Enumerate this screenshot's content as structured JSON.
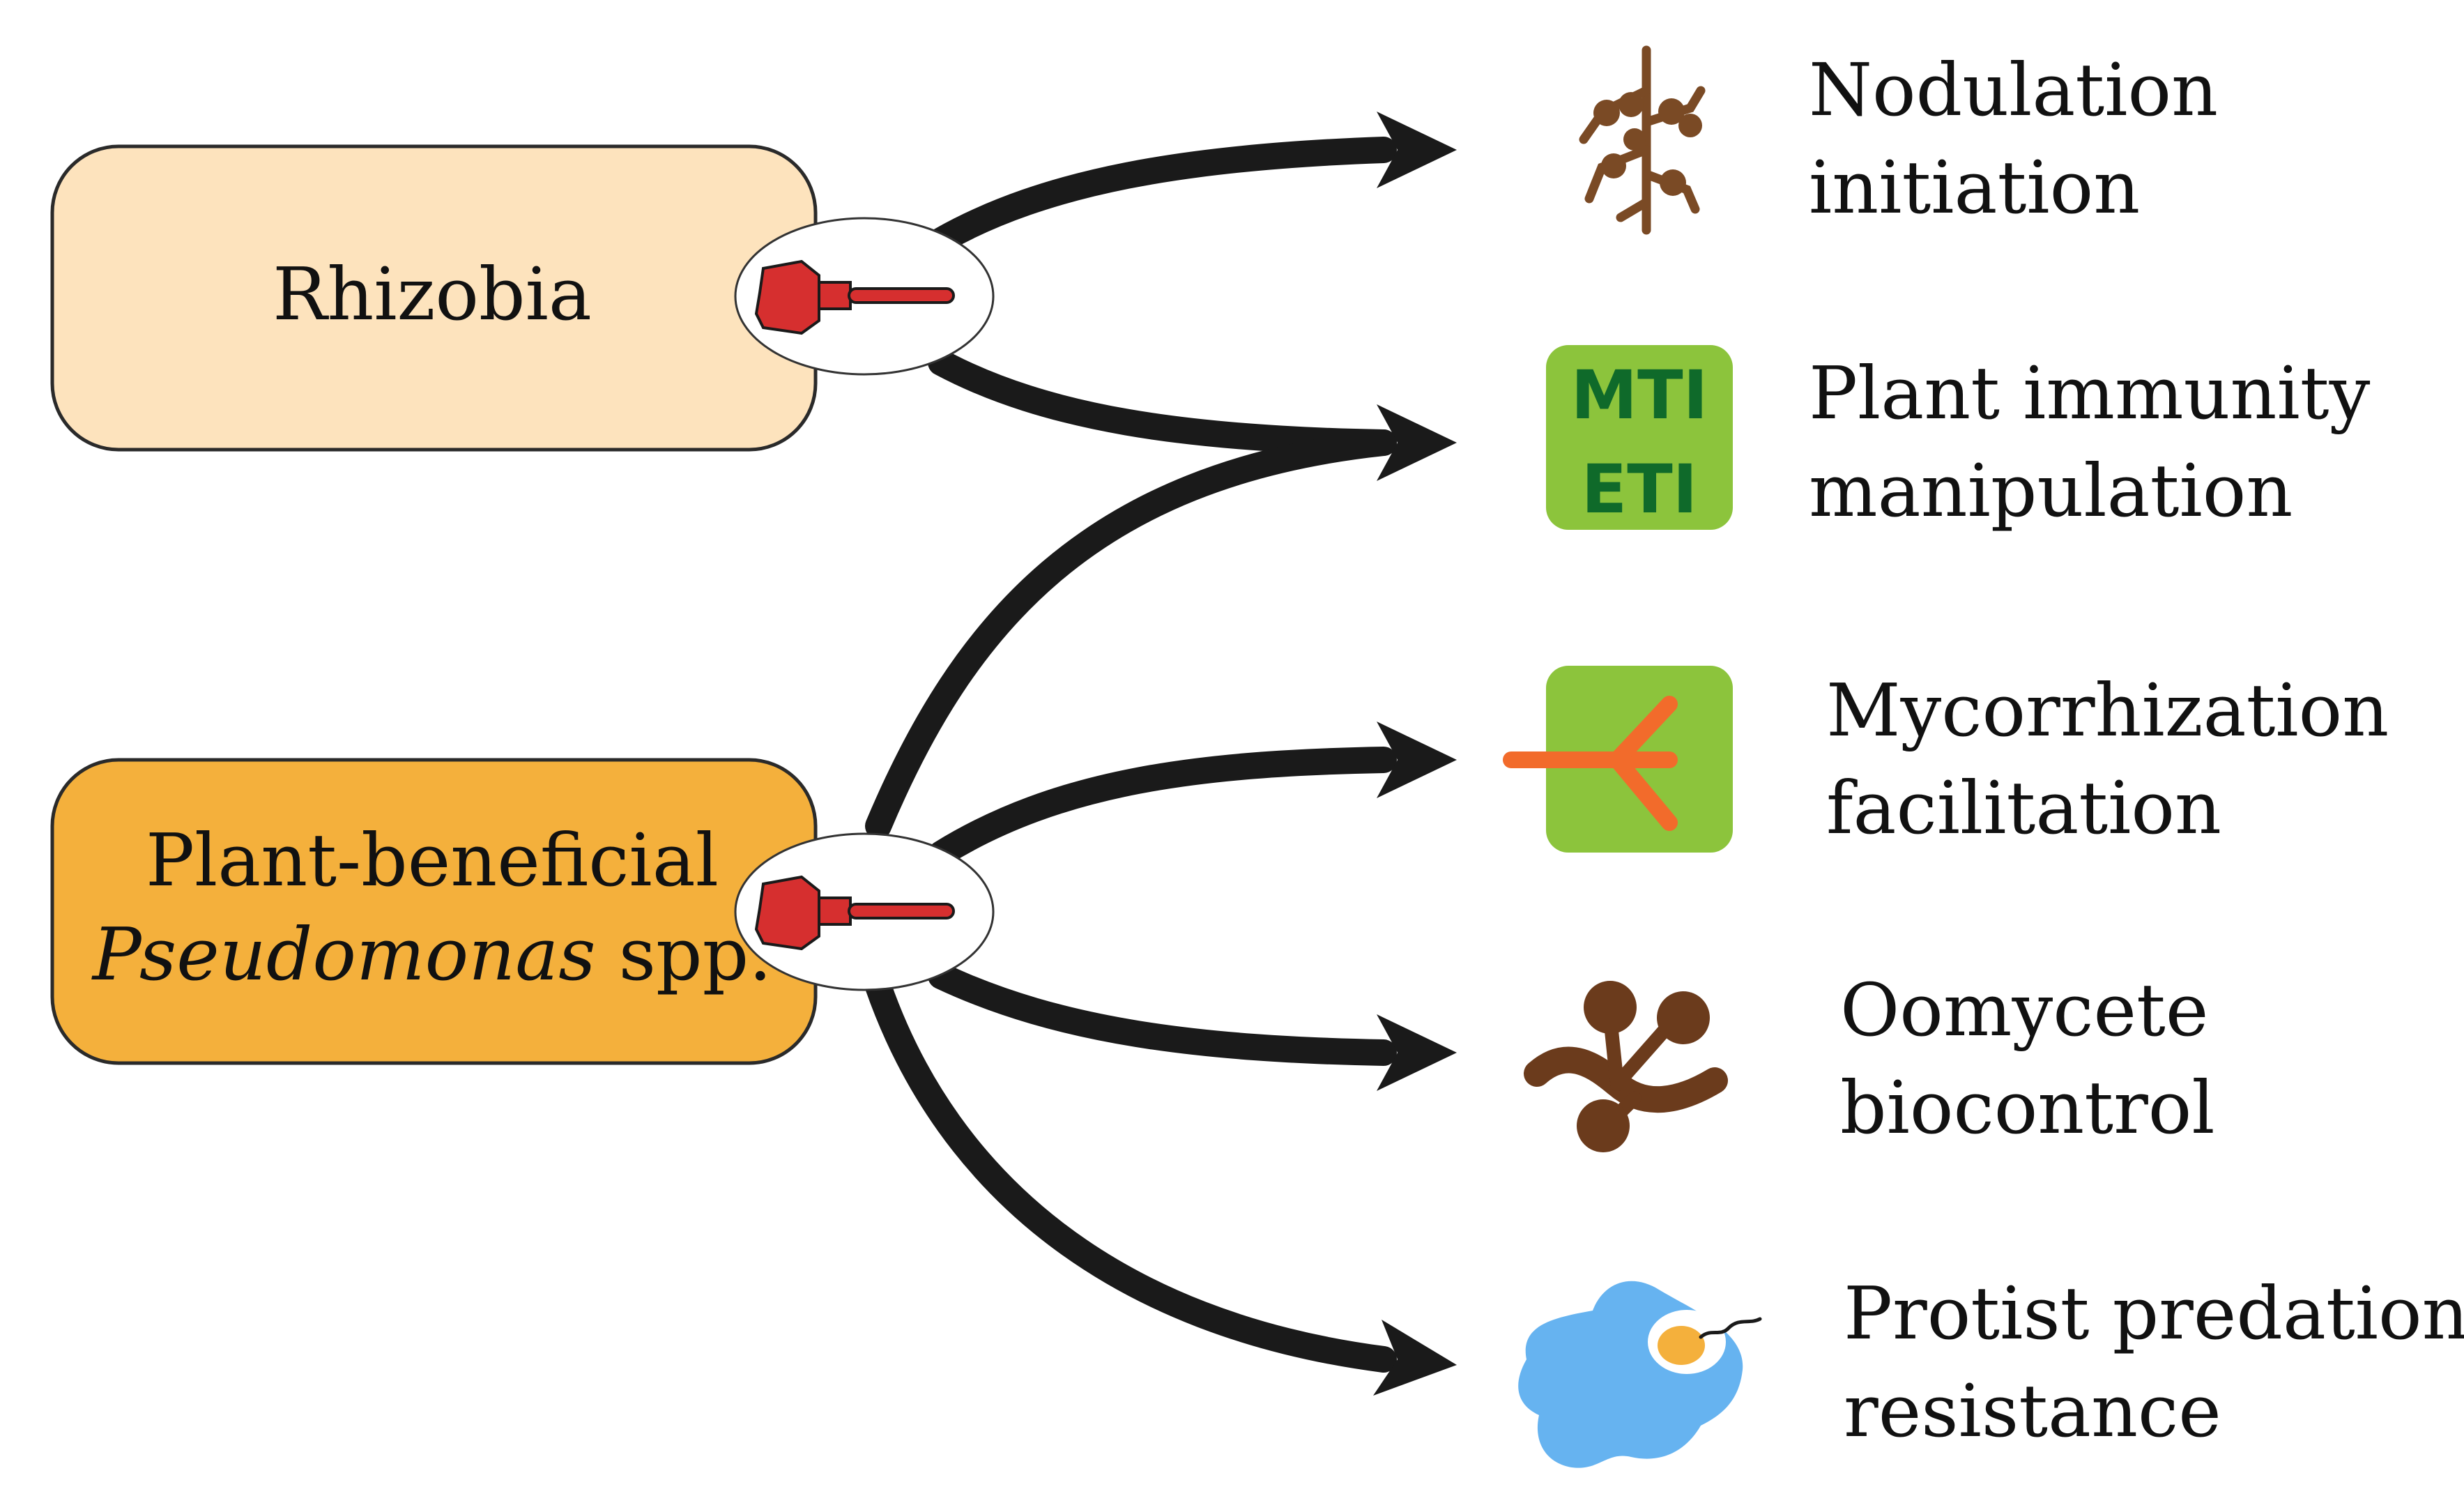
{
  "sources": [
    {
      "id": "rhizobia",
      "label_lines": [
        "Rhizobia"
      ],
      "fill": "#fde3bd"
    },
    {
      "id": "pseudomonas",
      "label_line1": "Plant-beneficial",
      "label_line2_italic": "Pseudomonas",
      "label_line2_rest": " spp.",
      "fill": "#f4b03c"
    }
  ],
  "injectisome_color": "#d62f2f",
  "outcomes": [
    {
      "id": "nodulation",
      "lines": [
        "Nodulation",
        "initiation"
      ],
      "icon": "root-nodule-icon",
      "color": "#7a4a25"
    },
    {
      "id": "immunity",
      "lines": [
        "Plant immunity",
        "manipulation"
      ],
      "icon": "mti-eti-badge-icon",
      "badge_lines": [
        "MTI",
        "ETI"
      ],
      "color": "#8cc43c"
    },
    {
      "id": "mycorrhiza",
      "lines": [
        "Mycorrhization",
        "facilitation"
      ],
      "icon": "fungal-hypha-icon",
      "color": "#f26b2b"
    },
    {
      "id": "oomycete",
      "lines": [
        "Oomycete",
        "biocontrol"
      ],
      "icon": "oomycete-icon",
      "color": "#6b3b1c"
    },
    {
      "id": "protist",
      "lines": [
        "Protist predation",
        "resistance"
      ],
      "icon": "amoeba-icon",
      "color": "#66b3f0"
    }
  ]
}
